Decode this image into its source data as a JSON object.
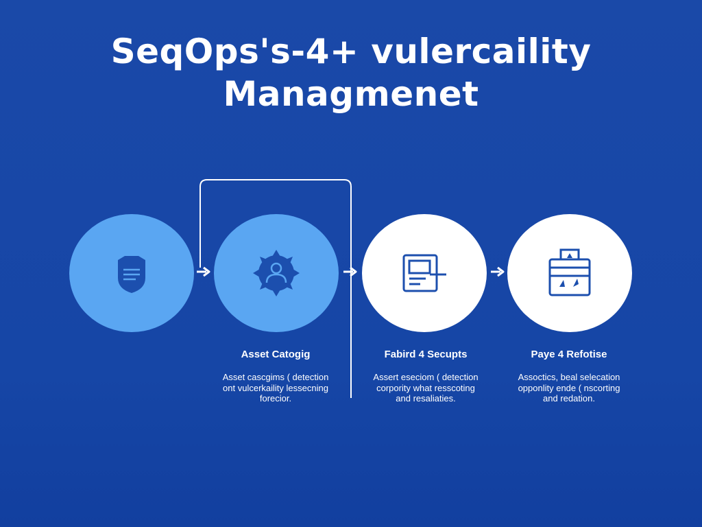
{
  "title": {
    "line1": "SeqOps's-4+ vulercaility",
    "line2": "Managmenet"
  },
  "colors": {
    "background": "#1847a7",
    "circle_light": "#5aa6f2",
    "circle_white": "#ffffff",
    "icon_blue": "#1c4fae"
  },
  "steps": [
    {
      "icon": "shield-document-icon",
      "title": "",
      "desc": []
    },
    {
      "icon": "gear-user-icon",
      "title": "Asset Catogig",
      "desc": [
        "Asset cascgims ( detection",
        "ont vulcerkaility lessecning",
        "forecior."
      ]
    },
    {
      "icon": "monitor-document-icon",
      "title": "Fabird 4 Secupts",
      "desc": [
        "Assert eseciom ( detection",
        "corpority what resscoting",
        "and resaliaties."
      ]
    },
    {
      "icon": "report-board-icon",
      "title": "Paye 4 Refotise",
      "desc": [
        "Assoctics, beal selecation",
        "opponlity ende ( nscorting",
        "and redation."
      ]
    }
  ]
}
